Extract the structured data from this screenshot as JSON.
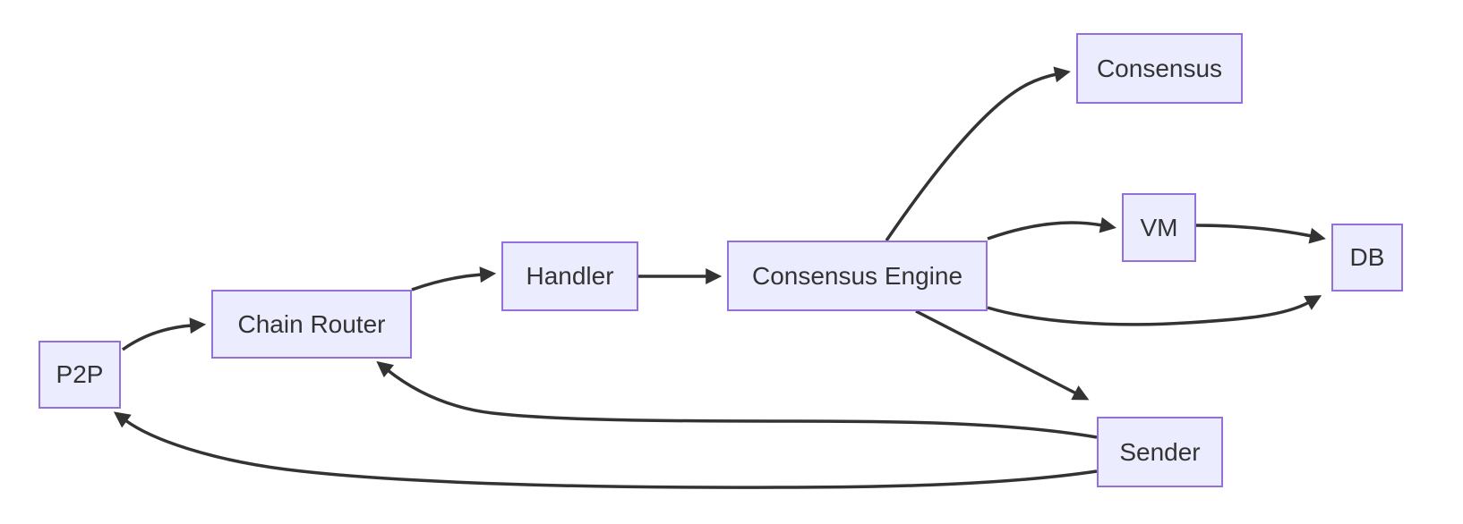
{
  "diagram": {
    "type": "flowchart",
    "direction": "left-to-right",
    "nodes": [
      {
        "id": "p2p",
        "label": "P2P"
      },
      {
        "id": "chain-router",
        "label": "Chain Router"
      },
      {
        "id": "handler",
        "label": "Handler"
      },
      {
        "id": "consensus-engine",
        "label": "Consensus Engine"
      },
      {
        "id": "consensus",
        "label": "Consensus"
      },
      {
        "id": "vm",
        "label": "VM"
      },
      {
        "id": "db",
        "label": "DB"
      },
      {
        "id": "sender",
        "label": "Sender"
      }
    ],
    "edges": [
      {
        "from": "P2P",
        "to": "Chain Router"
      },
      {
        "from": "Chain Router",
        "to": "Handler"
      },
      {
        "from": "Handler",
        "to": "Consensus Engine"
      },
      {
        "from": "Consensus Engine",
        "to": "Consensus"
      },
      {
        "from": "Consensus Engine",
        "to": "VM"
      },
      {
        "from": "VM",
        "to": "DB"
      },
      {
        "from": "Consensus Engine",
        "to": "DB"
      },
      {
        "from": "Consensus Engine",
        "to": "Sender"
      },
      {
        "from": "Sender",
        "to": "Chain Router"
      },
      {
        "from": "Sender",
        "to": "P2P"
      }
    ],
    "colors": {
      "node_fill": "#ECECFF",
      "node_border": "#9370DB",
      "edge": "#333333",
      "text": "#333333",
      "background": "#FFFFFF"
    }
  }
}
